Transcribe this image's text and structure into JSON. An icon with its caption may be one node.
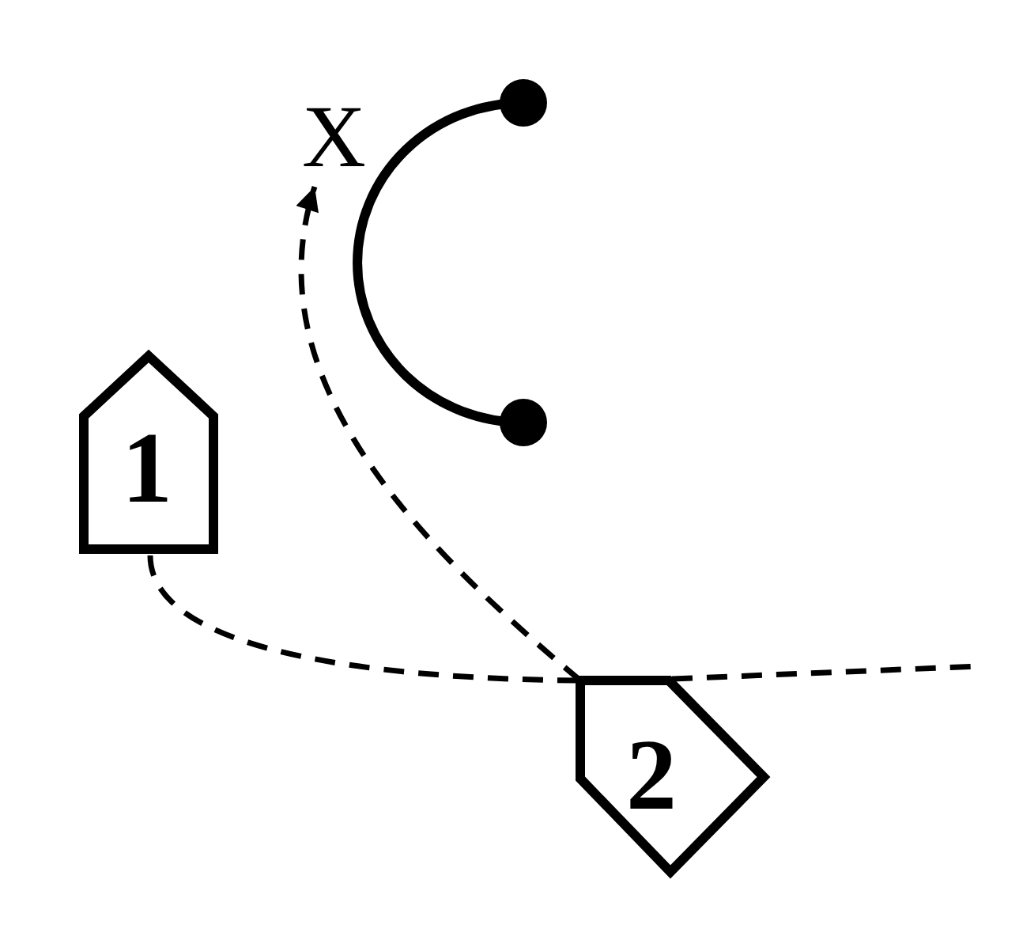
{
  "diagram": {
    "nodes": [
      {
        "text": [
          "X"
        ]
      },
      {
        "text": [
          "1"
        ]
      },
      {
        "text": [
          "2"
        ]
      }
    ],
    "edges": [
      {
        "from": 1,
        "to": 2,
        "arrow": "none",
        "style": "dashed"
      },
      {
        "from": 2,
        "to": null,
        "arrow": "none",
        "style": "dashed"
      },
      {
        "from": 2,
        "to": 0,
        "arrow": "to",
        "style": "dashed"
      }
    ]
  }
}
